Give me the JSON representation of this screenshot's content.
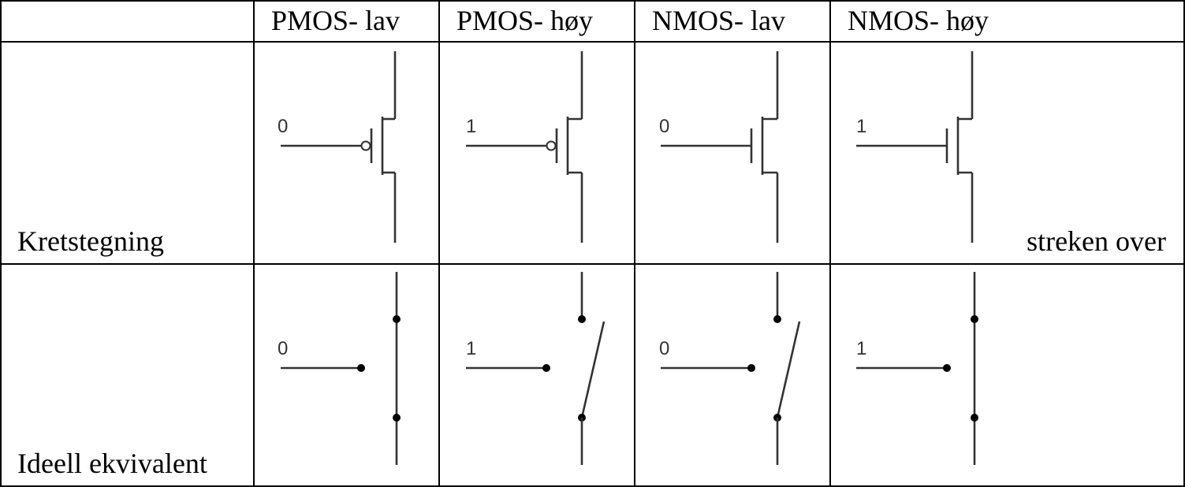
{
  "table": {
    "headers": [
      "PMOS- lav",
      "PMOS- høy",
      "NMOS- lav",
      "NMOS- høy"
    ],
    "row_labels": [
      "Kretstegning",
      "Ideell ekvivalent"
    ],
    "note": "streken over"
  },
  "circuits": [
    {
      "type": "PMOS",
      "input": "0"
    },
    {
      "type": "PMOS",
      "input": "1"
    },
    {
      "type": "NMOS",
      "input": "0"
    },
    {
      "type": "NMOS",
      "input": "1"
    }
  ],
  "switches": [
    {
      "input": "0",
      "state": "closed"
    },
    {
      "input": "1",
      "state": "open"
    },
    {
      "input": "0",
      "state": "open"
    },
    {
      "input": "1",
      "state": "closed"
    }
  ]
}
